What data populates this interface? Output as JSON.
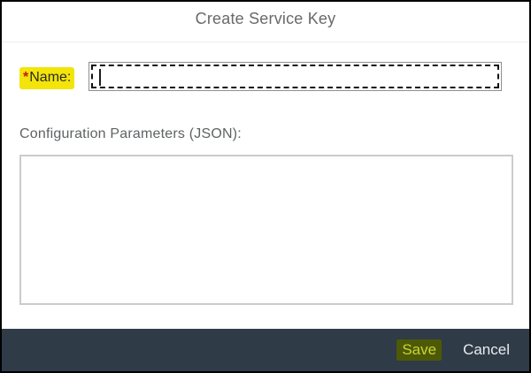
{
  "dialog": {
    "title": "Create Service Key"
  },
  "form": {
    "required_marker": "*",
    "name_label": "Name:",
    "name_input": {
      "value": "",
      "placeholder": ""
    },
    "config_label": "Configuration Parameters (JSON):",
    "config_textarea": {
      "value": "",
      "placeholder": ""
    }
  },
  "footer": {
    "save_label": "Save",
    "cancel_label": "Cancel"
  },
  "colors": {
    "required_red": "#c81414",
    "label_highlight_yellow": "#f3e40a",
    "footer_bg": "#2f3b47",
    "save_highlight_bg": "#4d5906",
    "save_text": "#c9d434",
    "cancel_text": "#e8ecf0",
    "title_gray": "#68696b"
  }
}
